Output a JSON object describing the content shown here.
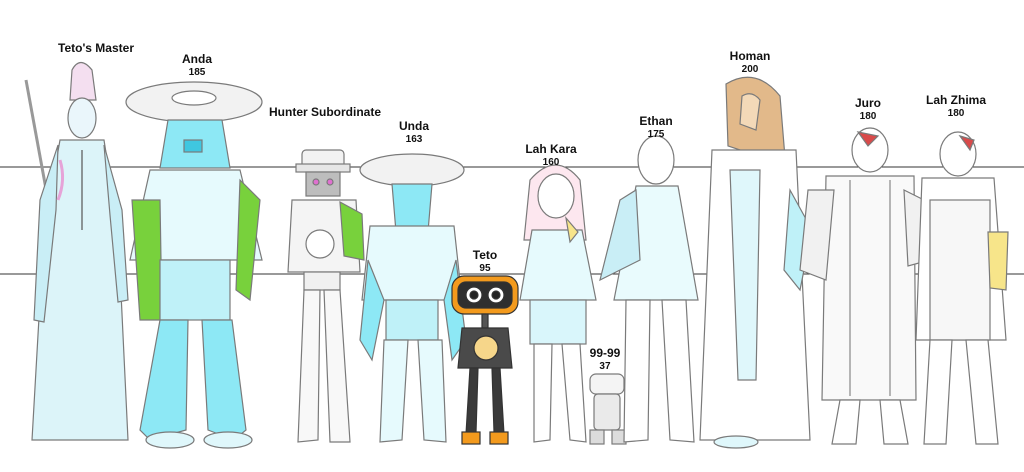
{
  "colors": {
    "line": "#333333",
    "outline": "#7a7a7a",
    "cyan": "#8de8f5",
    "cyan_dark": "#3fc7e0",
    "green": "#78d13c",
    "pink": "#e6a3d8",
    "tan": "#e2b98a",
    "yellow": "#f7e58a",
    "orange": "#f39a1d",
    "dark": "#3a3a3a",
    "red": "#d94a4a"
  },
  "characters": [
    {
      "id": "tetos-master",
      "name": "Teto's Master",
      "height": ""
    },
    {
      "id": "anda",
      "name": "Anda",
      "height": "185"
    },
    {
      "id": "hunter-subordinate",
      "name": "Hunter Subordinate",
      "height": ""
    },
    {
      "id": "unda",
      "name": "Unda",
      "height": "163"
    },
    {
      "id": "teto",
      "name": "Teto",
      "height": "95"
    },
    {
      "id": "lah-kara",
      "name": "Lah Kara",
      "height": "160"
    },
    {
      "id": "99-99",
      "name": "99-99",
      "height": "37"
    },
    {
      "id": "ethan",
      "name": "Ethan",
      "height": "175"
    },
    {
      "id": "homan",
      "name": "Homan",
      "height": "200"
    },
    {
      "id": "juro",
      "name": "Juro",
      "height": "180"
    },
    {
      "id": "lah-zhima",
      "name": "Lah Zhima",
      "height": "180"
    }
  ]
}
